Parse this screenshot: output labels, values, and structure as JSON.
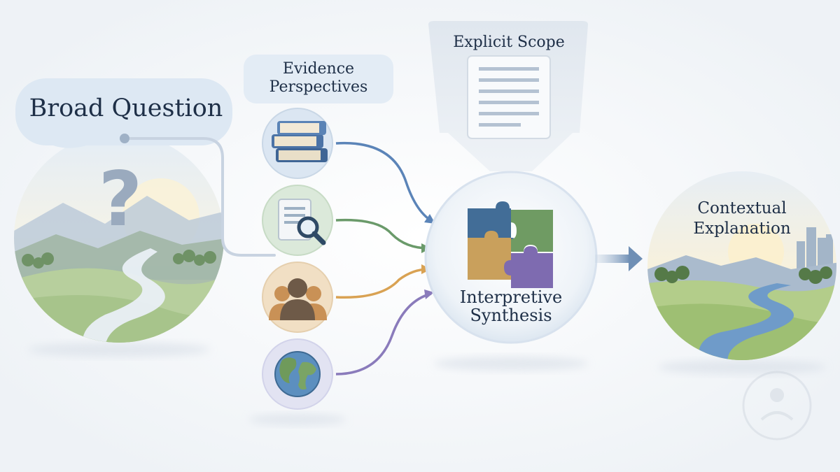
{
  "question": {
    "label": "Broad Question"
  },
  "evidence": {
    "title_line1": "Evidence",
    "title_line2": "Perspectives",
    "items": [
      {
        "icon": "books-icon",
        "color": "#5b84b8"
      },
      {
        "icon": "document-search-icon",
        "color": "#6a9a6a"
      },
      {
        "icon": "people-icon",
        "color": "#d9a253"
      },
      {
        "icon": "globe-icon",
        "color": "#8a7bbb"
      }
    ]
  },
  "scope": {
    "label": "Explicit Scope"
  },
  "synthesis": {
    "line1": "Interpretive",
    "line2": "Synthesis"
  },
  "explanation": {
    "line1": "Contextual",
    "line2": "Explanation"
  }
}
